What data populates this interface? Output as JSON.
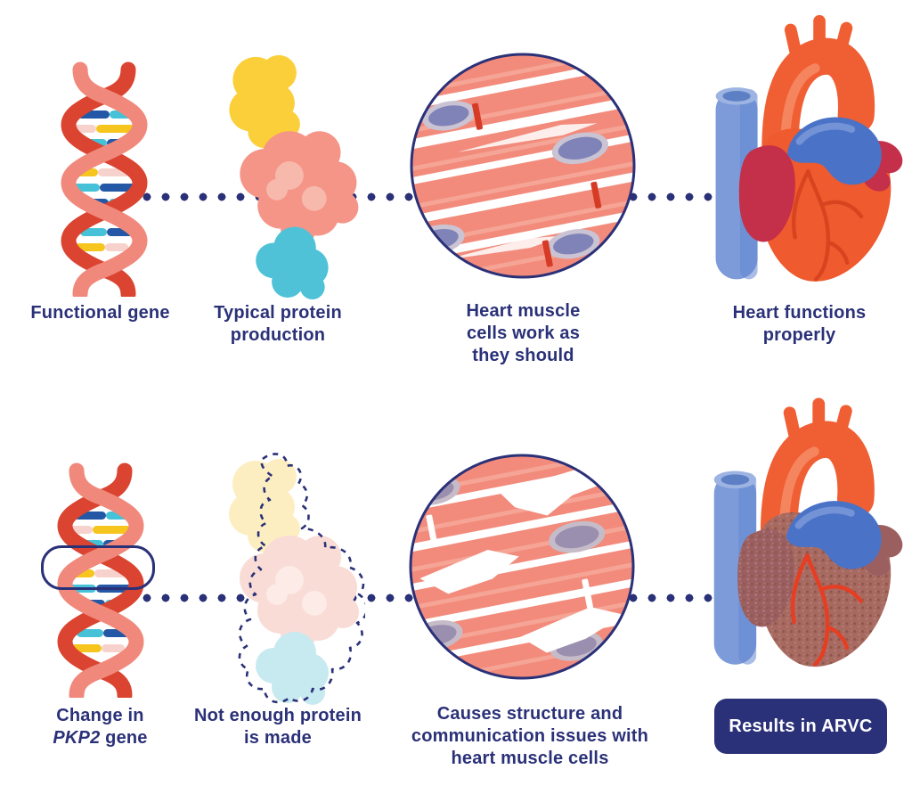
{
  "colors": {
    "background": "#ffffff",
    "navy": "#2b3178",
    "salmonStrand": "#f0897b",
    "redStrand": "#da4431",
    "rungBlue": "#2458a6",
    "rungCyan": "#45c2d7",
    "rungYellow": "#f6c51e",
    "rungPink": "#f7d2cc",
    "proteinYellow": "#fbcf3a",
    "proteinSalmon": "#f59588",
    "proteinSalmonLight": "#f8b9ad",
    "proteinTeal": "#4fc2d8",
    "paleYellow": "#fdeec2",
    "palePink": "#f9dcd6",
    "palePinkLight": "#fcebe6",
    "paleTeal": "#c7e9f0",
    "muscleBg": "#f28b7b",
    "muscleStripeLight": "#f5a495",
    "nucleus": "#7f83b7",
    "nucleusRing": "#cac3d3",
    "nucleusMuted": "#9a8fae",
    "nucleusRingMuted": "#c6bcc9",
    "discRed": "#d63b26",
    "heartBody": "#ef5a2e",
    "aorta": "#f05f33",
    "aortaHighlight": "#f58a63",
    "vesselBlue": "#4a72c6",
    "vesselBlueLight": "#7d9bd9",
    "vesselBlueRim": "#9db4e2",
    "atriumRed": "#c42f49",
    "coronary": "#d8441f",
    "diseasedBody": "#a86a5e",
    "diseasedSpot1": "#8f574f",
    "diseasedSpot2": "#b07c86",
    "diseasedAtrium": "#9c5f60",
    "diseasedCoronary": "#e63e22",
    "buttonBg": "#2b3178",
    "buttonText": "#ffffff"
  },
  "row_top": {
    "step1_label": "Functional gene",
    "step2_label": "Typical protein production",
    "step3_label": "Heart muscle cells work as they should",
    "step4_label": "Heart functions properly"
  },
  "row_bottom": {
    "step1_line1": "Change in",
    "step1_gene": "PKP2",
    "step1_suffix": " gene",
    "step2_label": "Not enough protein is made",
    "step3_label": "Causes structure and communication issues with heart muscle cells",
    "result_button_label": "Results in ARVC"
  }
}
